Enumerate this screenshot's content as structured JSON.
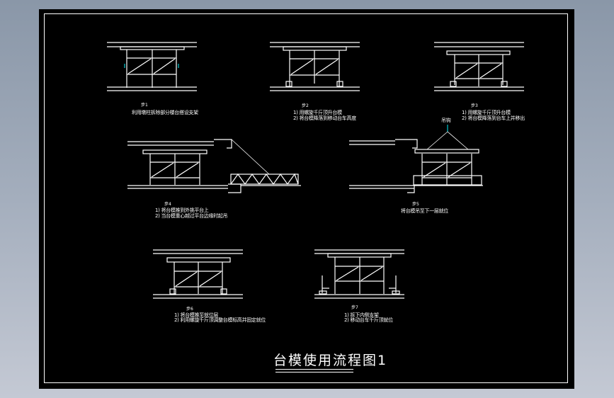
{
  "drawing": {
    "title": "台模使用流程图1",
    "background_color": "#000000",
    "line_color": "#ffffff",
    "accent_color": "#00c8d0"
  },
  "figures": [
    {
      "id": "fig1",
      "number": "步1",
      "lines": [
        "利用墩柱拆除部分楼台搭设支架"
      ]
    },
    {
      "id": "fig2",
      "number": "步2",
      "lines": [
        "1) 用螺旋千斤顶升台模",
        "2) 将台模降落到移动台车高度"
      ]
    },
    {
      "id": "fig3",
      "number": "步3",
      "lines": [
        "1) 用螺旋千斤顶升台模",
        "2) 将台模降落到台车上并移出"
      ]
    },
    {
      "id": "fig4",
      "number": "步4",
      "lines": [
        "1) 将台模推到外挑平台上",
        "2) 当台模重心越过平台边缘时起吊"
      ]
    },
    {
      "id": "fig5",
      "number": "步5",
      "lines": [
        "将台模吊至下一层就位"
      ],
      "crane_label": "吊钩"
    },
    {
      "id": "fig6",
      "number": "步6",
      "lines": [
        "1) 将台模推至就位层",
        "2) 利用螺旋千斤顶调整台模标高并固定就位"
      ]
    },
    {
      "id": "fig7",
      "number": "步7",
      "lines": [
        "1) 拆下内侧支架",
        "2) 移动台车千斤顶就位"
      ]
    }
  ]
}
